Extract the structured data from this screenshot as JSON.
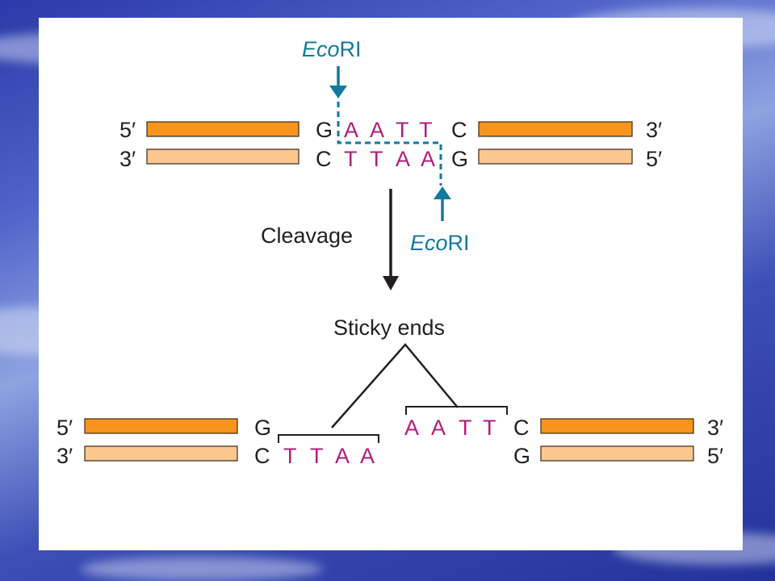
{
  "enzyme": {
    "italic_part": "Eco",
    "roman_part": "RI"
  },
  "ends": {
    "five_prime": "5′",
    "three_prime": "3′"
  },
  "top_strand": {
    "left_base": "G",
    "site": [
      "A",
      "A",
      "T",
      "T"
    ],
    "right_base": "C"
  },
  "bottom_strand": {
    "left_base": "C",
    "site": [
      "T",
      "T",
      "A",
      "A"
    ],
    "right_base": "G"
  },
  "step_label": "Cleavage",
  "result_label": "Sticky ends",
  "colors": {
    "strand_dark": "#f7941d",
    "strand_light": "#fcc68f",
    "recognition_site": "#b11e7a",
    "enzyme": "#127a9e",
    "text": "#231f20"
  },
  "icons": {
    "cut_arrow": "arrow-down-icon",
    "cut_arrow_up": "arrow-up-icon",
    "process_arrow": "arrow-down-icon"
  }
}
